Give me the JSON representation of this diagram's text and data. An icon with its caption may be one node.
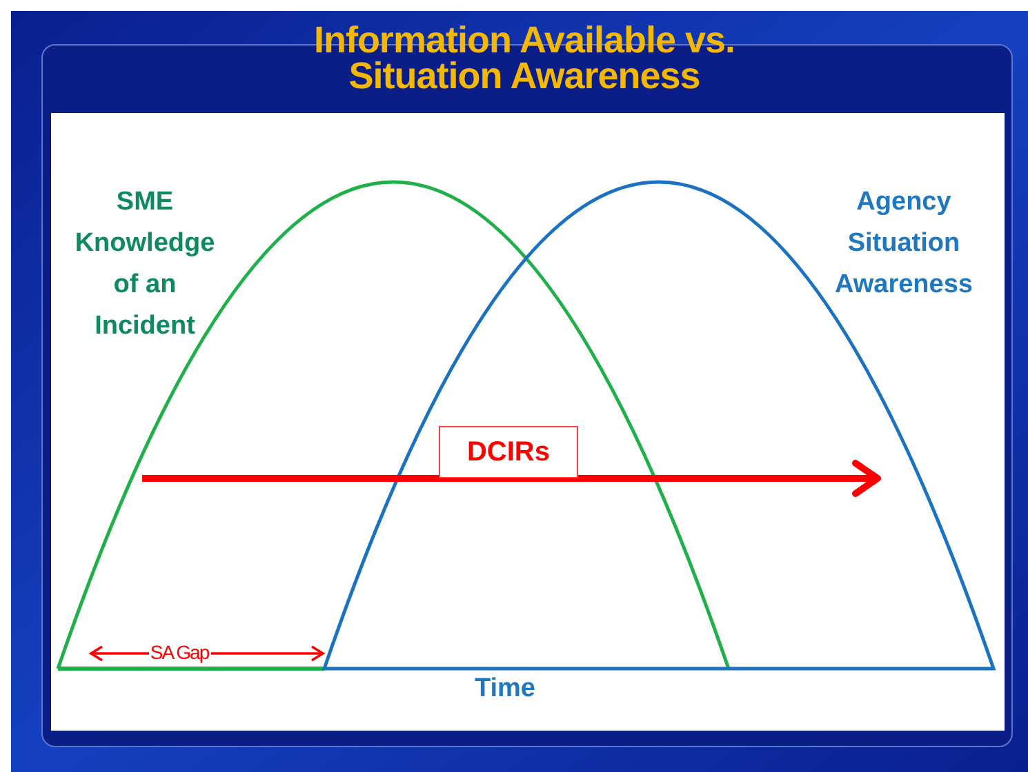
{
  "diagram": {
    "title": "Information Available vs. Situation Awareness",
    "nodes": [
      {
        "text": [
          "DCIRs"
        ]
      }
    ],
    "labels": [
      "SME Knowledge of an Incident",
      "Agency Situation Awareness",
      "SA Gap",
      "Time"
    ]
  }
}
